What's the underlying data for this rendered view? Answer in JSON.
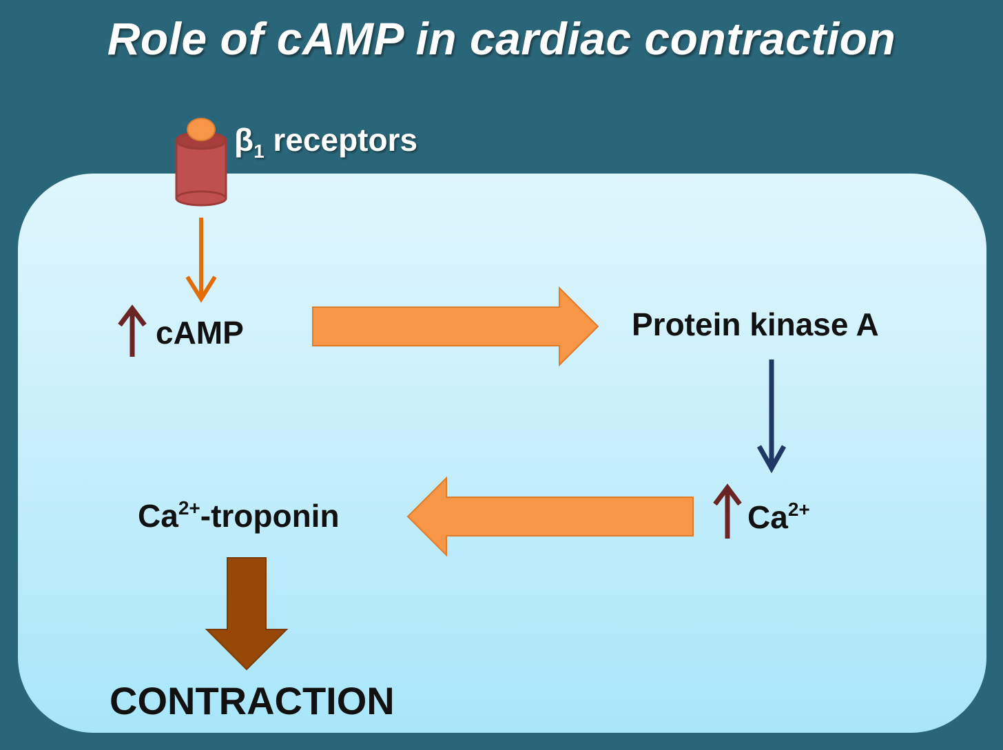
{
  "title": "Role of cAMP in cardiac contraction",
  "nodes": {
    "receptor": {
      "symbol": "β",
      "subscript": "1",
      "text": " receptors"
    },
    "camp": "cAMP",
    "pka": "Protein kinase A",
    "calcium": {
      "base": "Ca",
      "charge": "2+"
    },
    "ca_troponin": {
      "base": "Ca",
      "charge": "2+",
      "suffix": "-troponin"
    },
    "contraction": "CONTRACTION"
  },
  "colors": {
    "background": "#2a6679",
    "orange_arrow": "#f79646",
    "orange_arrow_stroke": "#e07b2a",
    "thin_orange_arrow": "#e36c09",
    "navy_arrow": "#1f3864",
    "brown_arrow": "#974806",
    "up_arrow": "#6b2424",
    "receptor_body": "#c0504d",
    "receptor_ligand": "#f79646"
  }
}
